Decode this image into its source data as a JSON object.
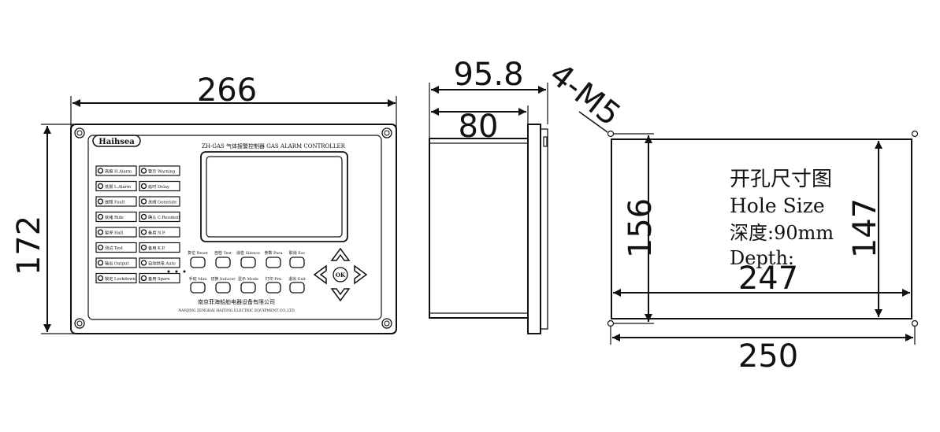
{
  "dimensions": {
    "front_width": "266",
    "front_height": "172",
    "side_depth_total": "95.8",
    "side_depth_body": "80",
    "mounting_screws": "4-M5",
    "cutout_width_outer": "250",
    "cutout_width_inner": "247",
    "cutout_height_outer": "156",
    "cutout_height_inner": "147"
  },
  "panel": {
    "brand": "Haihsea",
    "title": "ZH-GAS 气体报警控制器 GAS ALARM CONTROLLER",
    "manufacturer_cn": "南京菲海船舶电器设备有限公司",
    "manufacturer_en": "NANJING ZENGHAI HAITING ELECTRIC EQUIPMENT CO.,LTD",
    "ok_label": "OK",
    "indicators_left": [
      "高报 H.Alarm",
      "低报 L.Alarm",
      "故障 Fault",
      "就绪 Ride",
      "暂停 Halt",
      "测试 Test",
      "输出 Output",
      "锁定 Lockdown"
    ],
    "indicators_right": [
      "警示 Warning",
      "延时 Delay",
      "关阀 Generate",
      "确认 C.Resident",
      "备用 N.P.",
      "备用 K.P.",
      "自动供电 Auto",
      "备用 Spare"
    ],
    "keys_top": [
      "复位 Reset",
      "自检 Test",
      "消音 Silence",
      "参数 Para",
      "取消 Esc"
    ],
    "keys_bottom": [
      "手动 Man",
      "切换 Inducer",
      "显示 Mode",
      "打印 Prn",
      "退出 Exit"
    ]
  },
  "cutout_note": {
    "title_cn": "开孔尺寸图",
    "title_en": "Hole Size",
    "depth_cn": "深度:90mm",
    "depth_en": "Depth:"
  }
}
